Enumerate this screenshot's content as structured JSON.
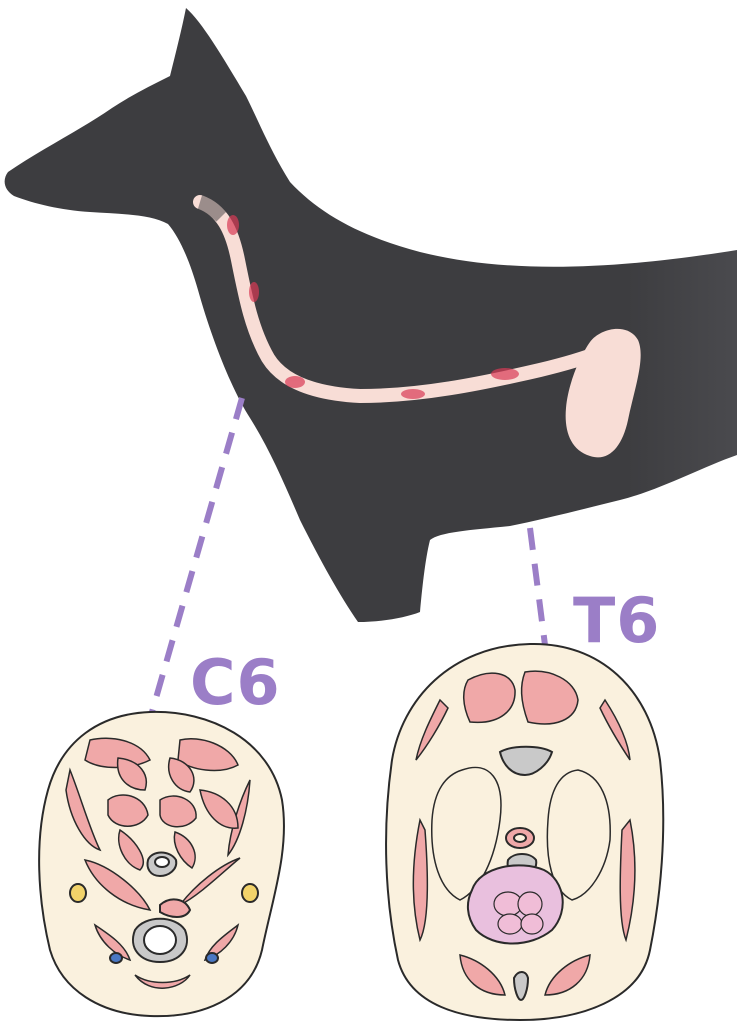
{
  "labels": {
    "c6": "C6",
    "t6": "T6"
  },
  "colors": {
    "dog_silhouette": "#3d3d40",
    "esophagus": "#f8ddd6",
    "lesion": "#d83a55",
    "stomach": "#f8ddd6",
    "dashed_line": "#9b7ec7",
    "label": "#9b7ec7",
    "tissue": "#faf1de",
    "muscle": "#f0a8a8",
    "outline": "#2a2a2a",
    "bone": "#c9c9c9",
    "nerve": "#f2d36a",
    "vessel": "#4a78c4",
    "heart": "#e9c0de"
  },
  "icons": [
    "dog-silhouette",
    "esophagus",
    "stomach",
    "cross-section-c6",
    "cross-section-t6"
  ]
}
